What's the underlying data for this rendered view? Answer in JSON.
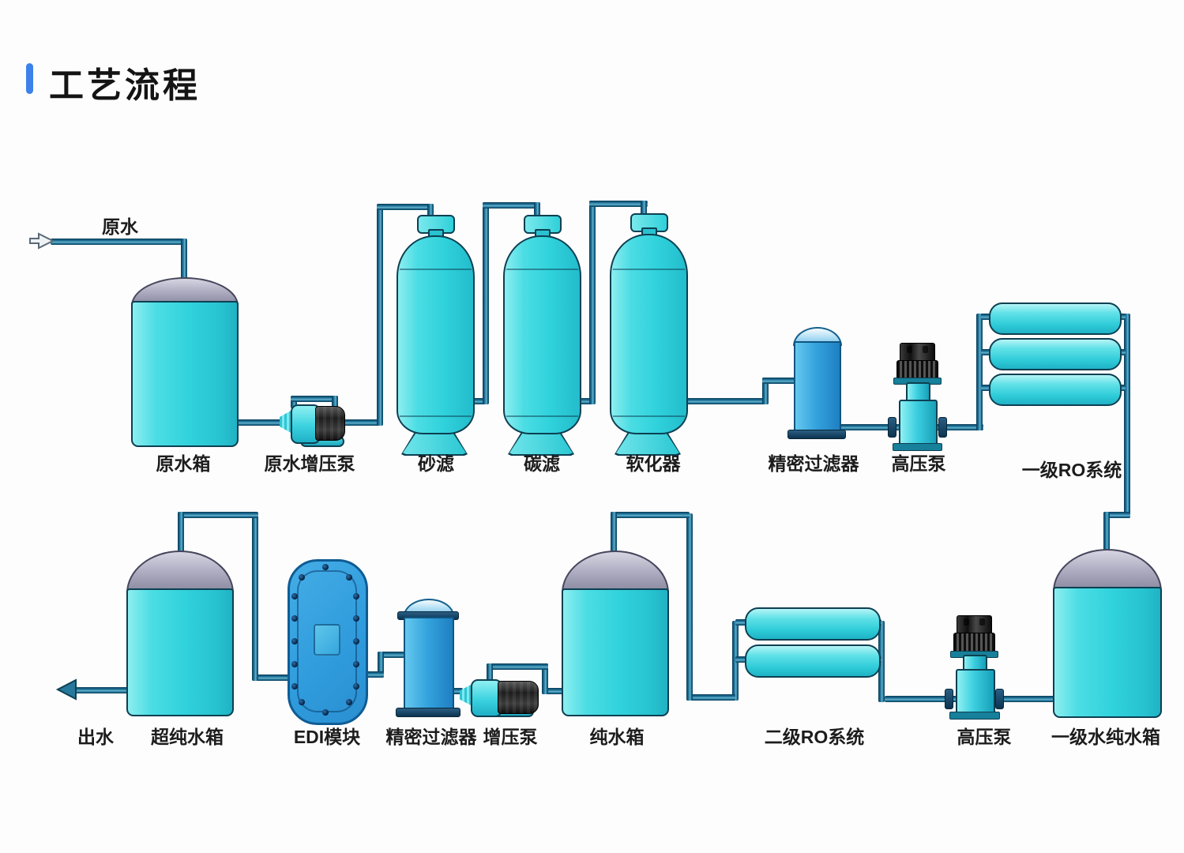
{
  "header": {
    "title": "工艺流程",
    "accent_color": "#3c82ea"
  },
  "diagram": {
    "inlet_label": "原水",
    "outlet_label": "出水",
    "stages": [
      {
        "id": "raw-water-tank",
        "label": "原水箱",
        "type": "storage-tank"
      },
      {
        "id": "raw-water-booster-pump",
        "label": "原水增压泵",
        "type": "horizontal-pump"
      },
      {
        "id": "sand-filter",
        "label": "砂滤",
        "type": "media-vessel"
      },
      {
        "id": "carbon-filter",
        "label": "碳滤",
        "type": "media-vessel"
      },
      {
        "id": "softener",
        "label": "软化器",
        "type": "media-vessel"
      },
      {
        "id": "precision-filter-1",
        "label": "精密过滤器",
        "type": "cartridge-filter"
      },
      {
        "id": "high-pressure-pump-1",
        "label": "高压泵",
        "type": "vertical-pump"
      },
      {
        "id": "ro-system-1",
        "label": "一级RO系统",
        "type": "ro-membrane-rack",
        "membranes": 3
      },
      {
        "id": "stage1-pure-water-tank",
        "label": "一级水纯水箱",
        "type": "storage-tank"
      },
      {
        "id": "high-pressure-pump-2",
        "label": "高压泵",
        "type": "vertical-pump"
      },
      {
        "id": "ro-system-2",
        "label": "二级RO系统",
        "type": "ro-membrane-rack",
        "membranes": 2
      },
      {
        "id": "pure-water-tank",
        "label": "纯水箱",
        "type": "storage-tank"
      },
      {
        "id": "booster-pump",
        "label": "增压泵",
        "type": "horizontal-pump"
      },
      {
        "id": "precision-filter-2",
        "label": "精密过滤器",
        "type": "cartridge-filter"
      },
      {
        "id": "edi-module",
        "label": "EDI模块",
        "type": "edi-module"
      },
      {
        "id": "ultrapure-water-tank",
        "label": "超纯水箱",
        "type": "storage-tank"
      }
    ],
    "colors": {
      "pipe": "#1d6f94",
      "tank_body": "#35d3de",
      "tank_dome": "#a5a4b8",
      "filter_blue": "#2f9fdc",
      "edi_blue": "#35a2e2",
      "pump_motor": "#222222"
    }
  }
}
